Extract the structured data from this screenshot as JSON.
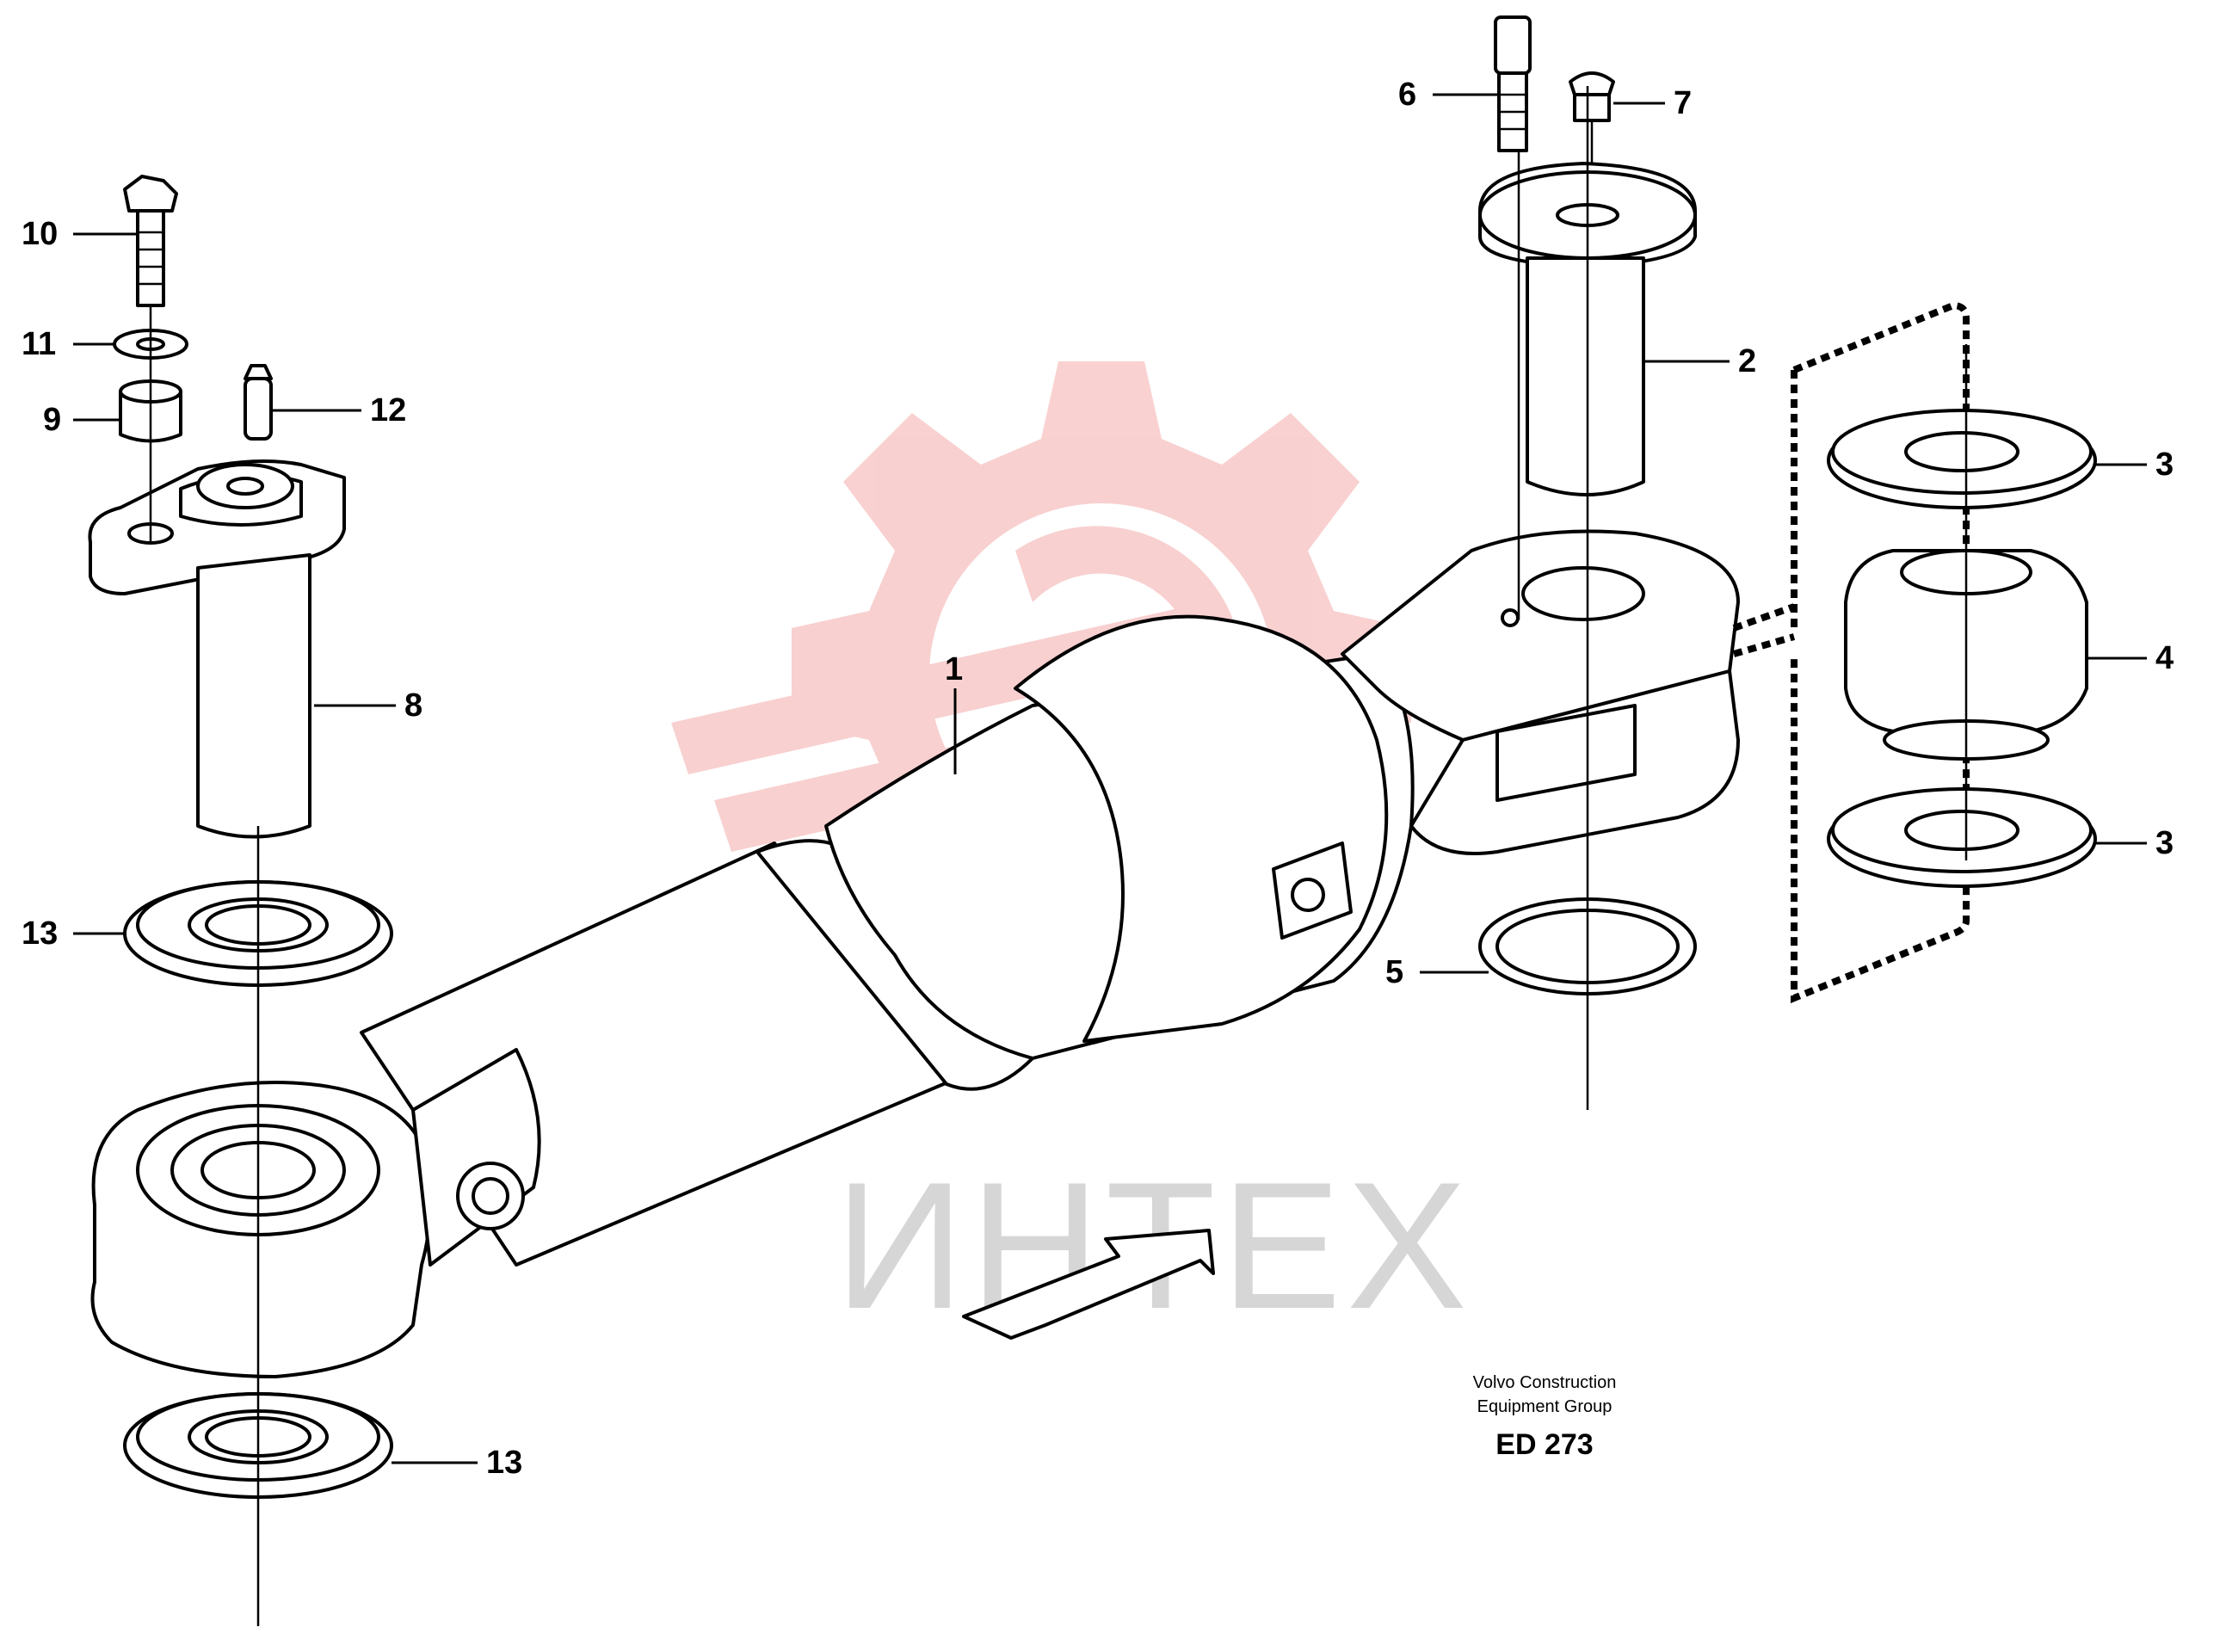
{
  "callouts": [
    {
      "label": "1"
    },
    {
      "label": "2"
    },
    {
      "label": "3"
    },
    {
      "label": "3"
    },
    {
      "label": "4"
    },
    {
      "label": "5"
    },
    {
      "label": "6"
    },
    {
      "label": "7"
    },
    {
      "label": "8"
    },
    {
      "label": "9"
    },
    {
      "label": "10"
    },
    {
      "label": "11"
    },
    {
      "label": "12"
    },
    {
      "label": "13"
    },
    {
      "label": "13"
    }
  ],
  "credit": {
    "line1": "Volvo Construction",
    "line2": "Equipment Group",
    "code": "ED 273"
  },
  "watermark": {
    "text": "ИНТЕХ",
    "logo_color": "#f8c8c8",
    "text_color": "#d6d6d6"
  }
}
